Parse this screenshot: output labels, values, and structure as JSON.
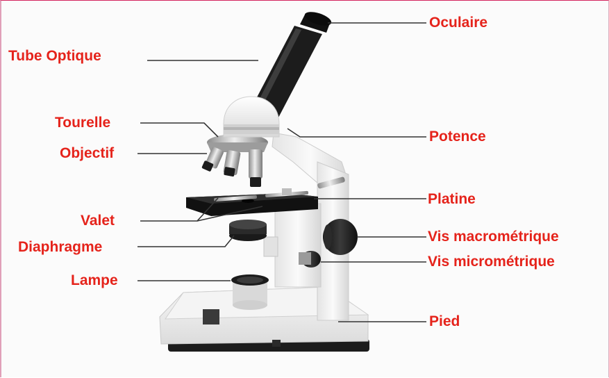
{
  "colors": {
    "label": "#e5231b",
    "leader": "#333333",
    "arm": "#f2f2f2",
    "tube": "#1c1c1c",
    "stage": "#1a1a1a",
    "base": "#eeeeee"
  },
  "labels": {
    "tube_optique": "Tube Optique",
    "tourelle": "Tourelle",
    "objectif": "Objectif",
    "valet": "Valet",
    "diaphragme": "Diaphragme",
    "lampe": "Lampe",
    "oculaire": "Oculaire",
    "potence": "Potence",
    "platine": "Platine",
    "vis_macrometrique": "Vis macrométrique",
    "vis_micrometrique": "Vis micrométrique",
    "pied": "Pied"
  }
}
